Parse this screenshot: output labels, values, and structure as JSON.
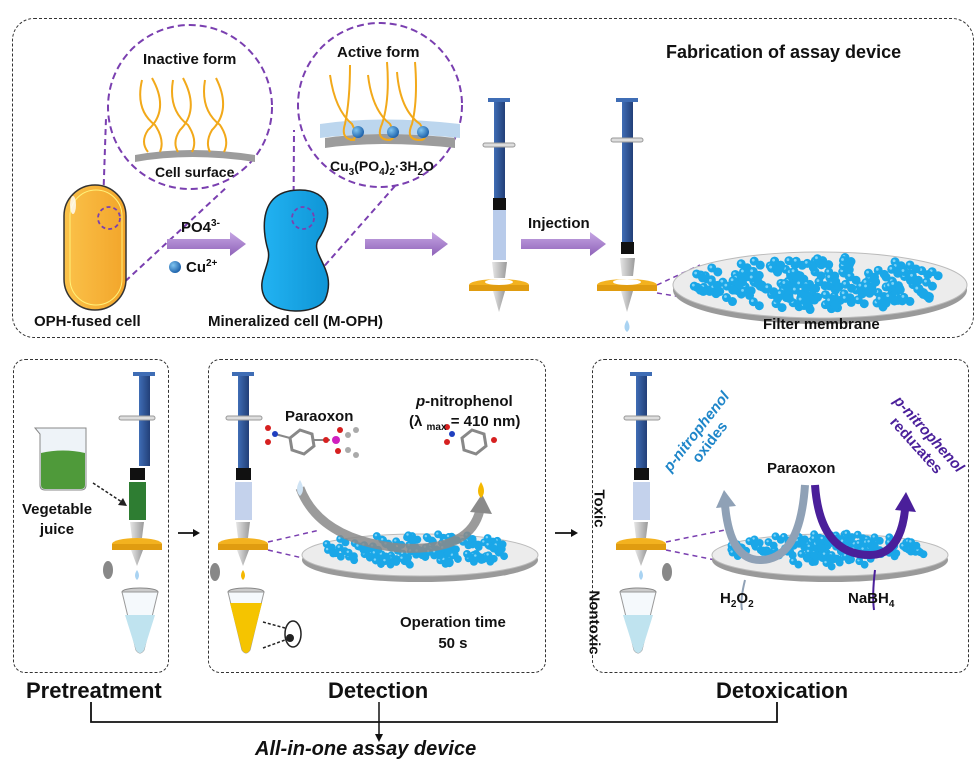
{
  "top_panel": {
    "title": "Fabrication of assay device",
    "inactive_form": "Inactive form",
    "cell_surface": "Cell surface",
    "active_form": "Active form",
    "mineral_formula": "Cu3(PO4)2·3H2O",
    "reagent_anion": "PO4",
    "reagent_anion_charge": "3-",
    "reagent_cation": "Cu",
    "reagent_cation_charge": "2+",
    "oph_cell_label": "OPH-fused cell",
    "mineralized_cell_label": "Mineralized cell (M-OPH)",
    "injection_label": "Injection",
    "filter_membrane_label": "Filter membrane"
  },
  "pretreatment": {
    "section_label": "Pretreatment",
    "juice_label_line1": "Vegetable",
    "juice_label_line2": "juice"
  },
  "detection": {
    "section_label": "Detection",
    "paraoxon_label": "Paraoxon",
    "product_prefix": "p",
    "product_name": "-nitrophenol",
    "lambda_open": "(λ",
    "lambda_sub": "max",
    "lambda_value": "= 410 nm)",
    "operation_label": "Operation time",
    "operation_time": "50 s"
  },
  "detoxication": {
    "section_label": "Detoxication",
    "toxic_label": "Toxic",
    "nontoxic_label": "Nontoxic",
    "paraoxon_label": "Paraoxon",
    "oxides_line1": "p-nitrophenol",
    "oxides_line2": "oxides",
    "reduzates_line1": "p-nitrophenol",
    "reduzates_line2": "reduzates",
    "oxidant": "H2O2",
    "reductant": "NaBH4"
  },
  "footer": {
    "label": "All-in-one assay device"
  },
  "colors": {
    "cell_orange": "#f7b339",
    "mineral_blue": "#1aa7e8",
    "arrow_purple": "#a07cc8",
    "dash_purple": "#7a3fb0",
    "syringe_blue": "#2f5a9e",
    "filter_yellow": "#f3b21f",
    "oxides_blue": "#1f86c9",
    "reduzates_purple": "#4a1f9a"
  }
}
